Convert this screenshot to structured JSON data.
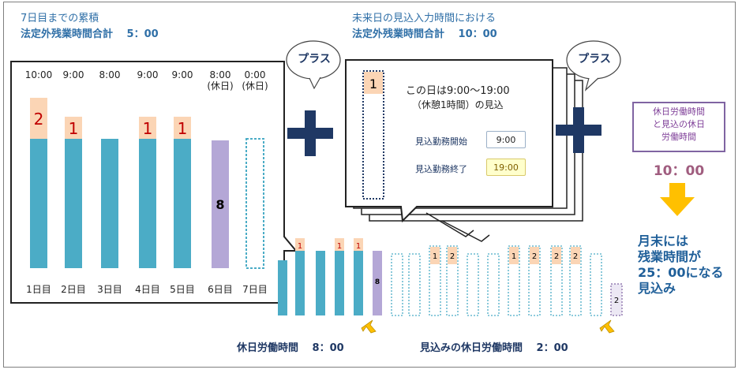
{
  "left_header": {
    "line1": "7日目までの累積",
    "line2": "法定外残業時間合計　 5：00"
  },
  "mid_header": {
    "line1": "未来日の見込入力時間における",
    "line2": "法定外残業時間合計　 10：00"
  },
  "bubble_left": "プラス",
  "bubble_right": "プラス",
  "week": {
    "top_labels": [
      "10:00",
      "9:00",
      "8:00",
      "9:00",
      "9:00",
      "8:00\n(休日)",
      "0:00\n(休日)"
    ],
    "day_labels": [
      "1日目",
      "2日目",
      "3日目",
      "4日目",
      "5日目",
      "6日目",
      "7日目"
    ],
    "overtime": [
      "2",
      "1",
      "",
      "1",
      "1",
      "",
      ""
    ],
    "holiday_value": "8"
  },
  "forecast_card": {
    "bar_value": "1",
    "title1": "この日は9:00～19:00",
    "title2": "（休憩1時間）の見込",
    "start_label": "見込勤務開始",
    "start_value": "9:00",
    "end_label": "見込勤務終了",
    "end_value": "19:00"
  },
  "right_box": {
    "line1": "休日労働時間",
    "line2": "と見込の休日",
    "line3": "労働時間",
    "value": "10：00"
  },
  "conclusion": {
    "line1": "月末には",
    "line2": "残業時間が",
    "line3": "25：00になる",
    "line4": "見込み"
  },
  "month_strip": {
    "solid_overtime": [
      "1",
      "",
      "1",
      "1"
    ],
    "solid_holiday": "8",
    "forecast_overtime": [
      "",
      "",
      "1",
      "2",
      "",
      "",
      "1",
      "2",
      "2",
      "2",
      "",
      ""
    ],
    "forecast_holiday": "2"
  },
  "bottom_left_label": "休日労働時間　 8：00",
  "bottom_right_label": "見込みの休日労働時間　 2：00",
  "colors": {
    "bar_teal": "#4bacc6",
    "overtime_peach": "#fbd5b5",
    "holiday_purple": "#b4a7d6",
    "navy": "#1f3864",
    "red": "#c00000",
    "magenta": "#a05d7f",
    "arrow_yellow": "#ffc000"
  }
}
